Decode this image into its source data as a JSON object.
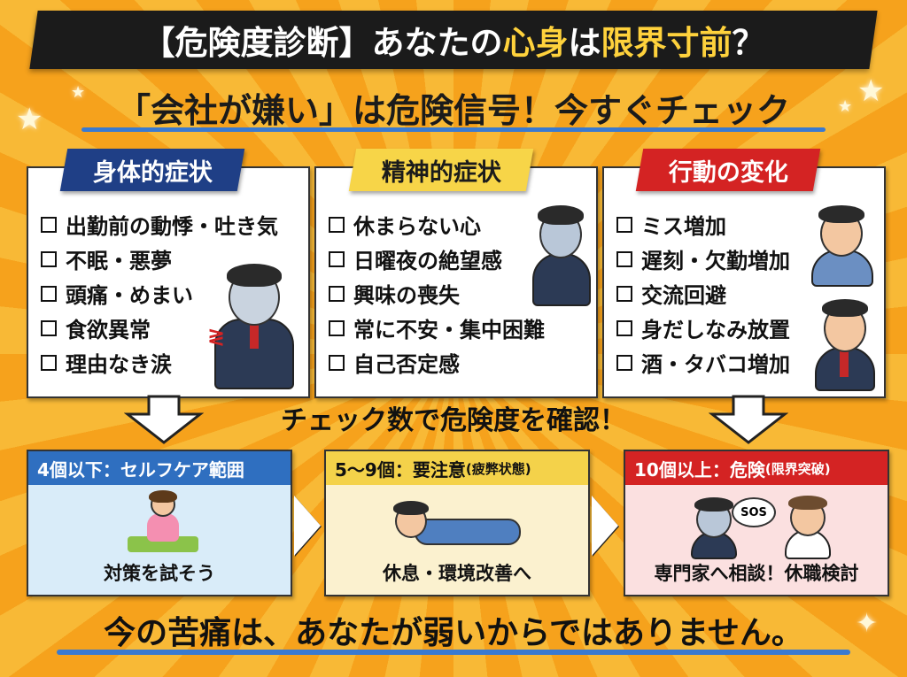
{
  "title": {
    "part1": "【危険度診断】あなたの",
    "hl1": "心身",
    "part2": "は",
    "hl2": "限界寸前",
    "part3": "？"
  },
  "subtitle": "「会社が嫌い」は危険信号！今すぐチェック",
  "panels": [
    {
      "heading": "身体的症状",
      "items": [
        "出勤前の動悸・吐き気",
        "不眠・悪夢",
        "頭痛・めまい",
        "食欲異常",
        "理由なき涙"
      ]
    },
    {
      "heading": "精神的症状",
      "items": [
        "休まらない心",
        "日曜夜の絶望感",
        "興味の喪失",
        "常に不安・集中困難",
        "自己否定感"
      ]
    },
    {
      "heading": "行動の変化",
      "items": [
        "ミス増加",
        "遅刻・欠勤増加",
        "交流回避",
        "身だしなみ放置",
        "酒・タバコ増加"
      ]
    }
  ],
  "mid_text": "チェック数で危険度を確認！",
  "results": [
    {
      "head": "4個以下：セルフケア範囲",
      "note": "",
      "foot": "対策を試そう",
      "color": "#2f6fc0",
      "bg": "#d9ecf9"
    },
    {
      "head": "5〜9個：要注意",
      "note": "(疲弊状態)",
      "foot": "休息・環境改善へ",
      "color": "#f4d24a",
      "bg": "#fbf1cf"
    },
    {
      "head": "10個以上：危険",
      "note": "(限界突破)",
      "foot": "専門家へ相談！休職検討",
      "color": "#d42323",
      "bg": "#fbe0e0"
    }
  ],
  "sos_label": "SOS",
  "bottom_text": "今の苦痛は、あなたが弱いからではありません。"
}
